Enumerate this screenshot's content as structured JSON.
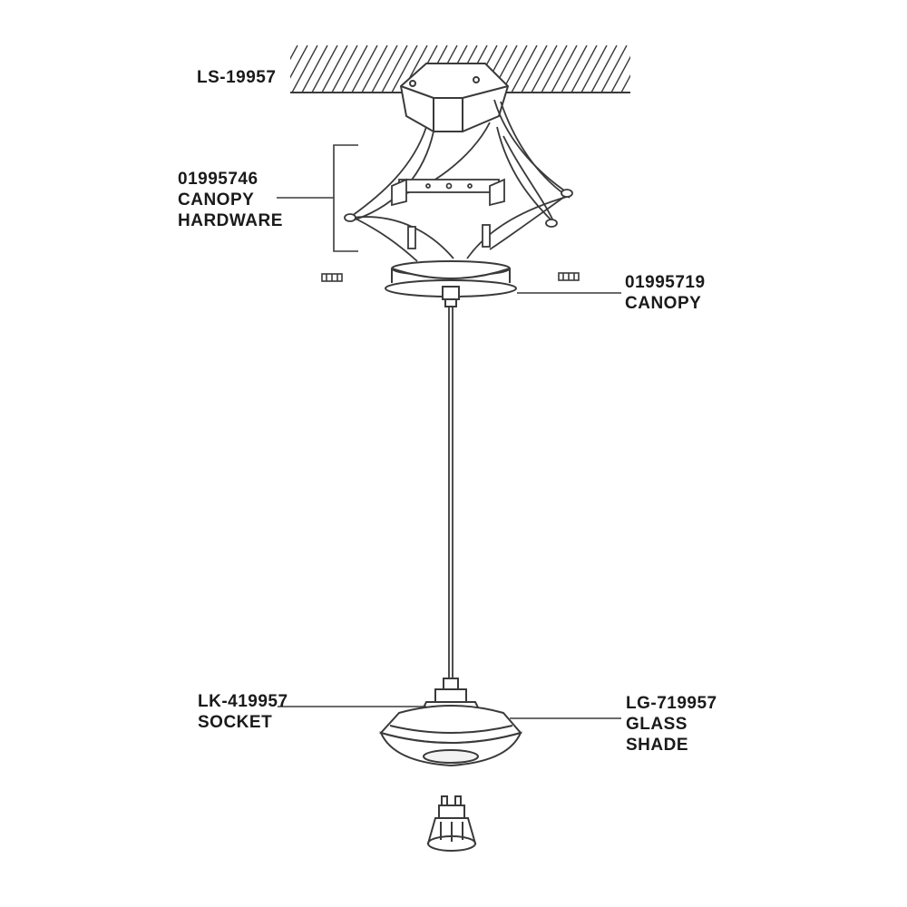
{
  "labels": {
    "ceiling": {
      "part_no": "LS-19957"
    },
    "canopy_hardware": {
      "part_no": "01995746",
      "line1": "CANOPY",
      "line2": "HARDWARE"
    },
    "canopy": {
      "part_no": "01995719",
      "line1": "CANOPY"
    },
    "socket": {
      "part_no": "LK-419957",
      "line1": "SOCKET"
    },
    "glass_shade": {
      "part_no": "LG-719957",
      "line1": "GLASS",
      "line2": "SHADE"
    }
  },
  "colors": {
    "ink": "#3a3a3a",
    "text": "#1a1a1a",
    "background": "#ffffff"
  }
}
